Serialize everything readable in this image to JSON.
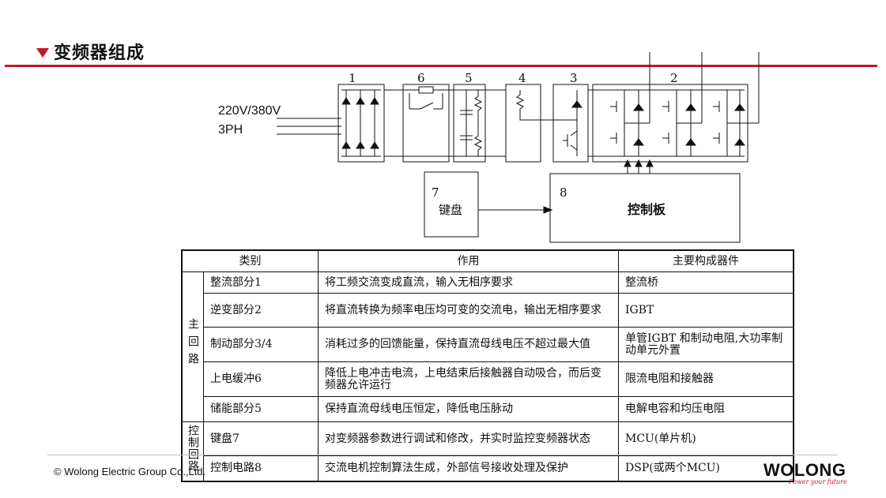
{
  "header": {
    "title": "变频器组成",
    "accent_color": "#c0192b"
  },
  "diagram": {
    "input_voltage": "220V/380V",
    "input_phase": "3PH",
    "blocks": [
      {
        "number": "1"
      },
      {
        "number": "6"
      },
      {
        "number": "5"
      },
      {
        "number": "4"
      },
      {
        "number": "3"
      },
      {
        "number": "2"
      }
    ],
    "keyboard": {
      "number": "7",
      "label": "键盘"
    },
    "control_board": {
      "number": "8",
      "label": "控制板"
    }
  },
  "table": {
    "headers": [
      "类别",
      "作用",
      "主要构成器件"
    ],
    "groups": {
      "main_circuit": "主回路",
      "control_circuit": "控制回路"
    },
    "rows": [
      {
        "name": "整流部分1",
        "function": "将工频交流变成直流，输入无相序要求",
        "components": "整流桥"
      },
      {
        "name": "逆变部分2",
        "function": "将直流转换为频率电压均可变的交流电，输出无相序要求",
        "components": "IGBT"
      },
      {
        "name": "制动部分3/4",
        "function": "消耗过多的回馈能量，保持直流母线电压不超过最大值",
        "components": "单管IGBT 和制动电阻,大功率制动单元外置"
      },
      {
        "name": "上电缓冲6",
        "function": "降低上电冲击电流，上电结束后接触器自动吸合，而后变频器允许运行",
        "components": "限流电阻和接触器"
      },
      {
        "name": "储能部分5",
        "function": "保持直流母线电压恒定，降低电压脉动",
        "components": "电解电容和均压电阻"
      },
      {
        "name": "键盘7",
        "function": "对变频器参数进行调试和修改，并实时监控变频器状态",
        "components": "MCU(单片机)"
      },
      {
        "name": "控制电路8",
        "function": "交流电机控制算法生成，外部信号接收处理及保护",
        "components": "DSP(或两个MCU)"
      }
    ]
  },
  "footer": {
    "copyright": "© Wolong Electric Group Co.,Ltd.",
    "brand": "WOLONG",
    "slogan": "Power your future"
  }
}
